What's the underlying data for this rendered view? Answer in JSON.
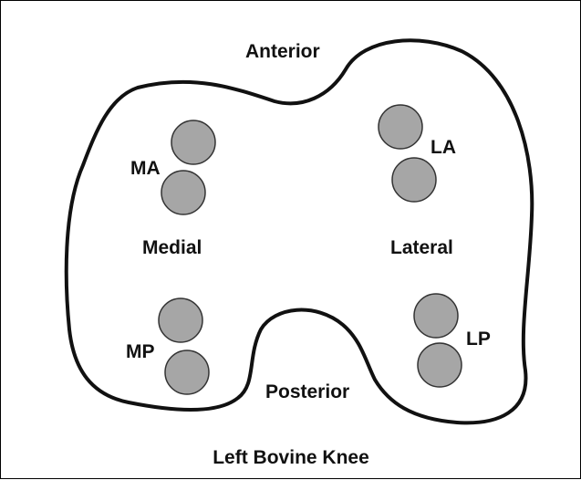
{
  "diagram": {
    "title": "Left Bovine Knee",
    "regions": {
      "anterior": "Anterior",
      "posterior": "Posterior",
      "medial": "Medial",
      "lateral": "Lateral"
    },
    "sites": {
      "ma": "MA",
      "la": "LA",
      "mp": "MP",
      "lp": "LP"
    },
    "colors": {
      "outline": "#111111",
      "pad_fill": "#a6a6a6",
      "pad_stroke": "#333333",
      "background": "#ffffff"
    }
  }
}
